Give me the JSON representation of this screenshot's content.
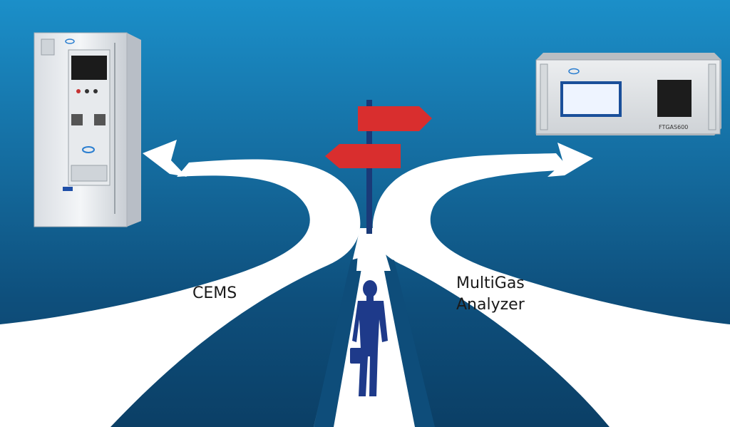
{
  "labels": {
    "left_path": "CEMS",
    "right_path_line1": "MultiGas",
    "right_path_line2": "Analyzer"
  },
  "devices": {
    "analyzer_model": "FTGAS600"
  },
  "colors": {
    "background_top": "#1b8fc9",
    "background_bottom": "#0b3f66",
    "road": "#ffffff",
    "sign_arrow": "#d92e2e",
    "sign_pole": "#1a3a78",
    "person": "#1e3a8a"
  },
  "icons": [
    "cems-cabinet",
    "gas-analyzer",
    "signpost",
    "person-with-briefcase",
    "arrow-left",
    "arrow-right"
  ]
}
